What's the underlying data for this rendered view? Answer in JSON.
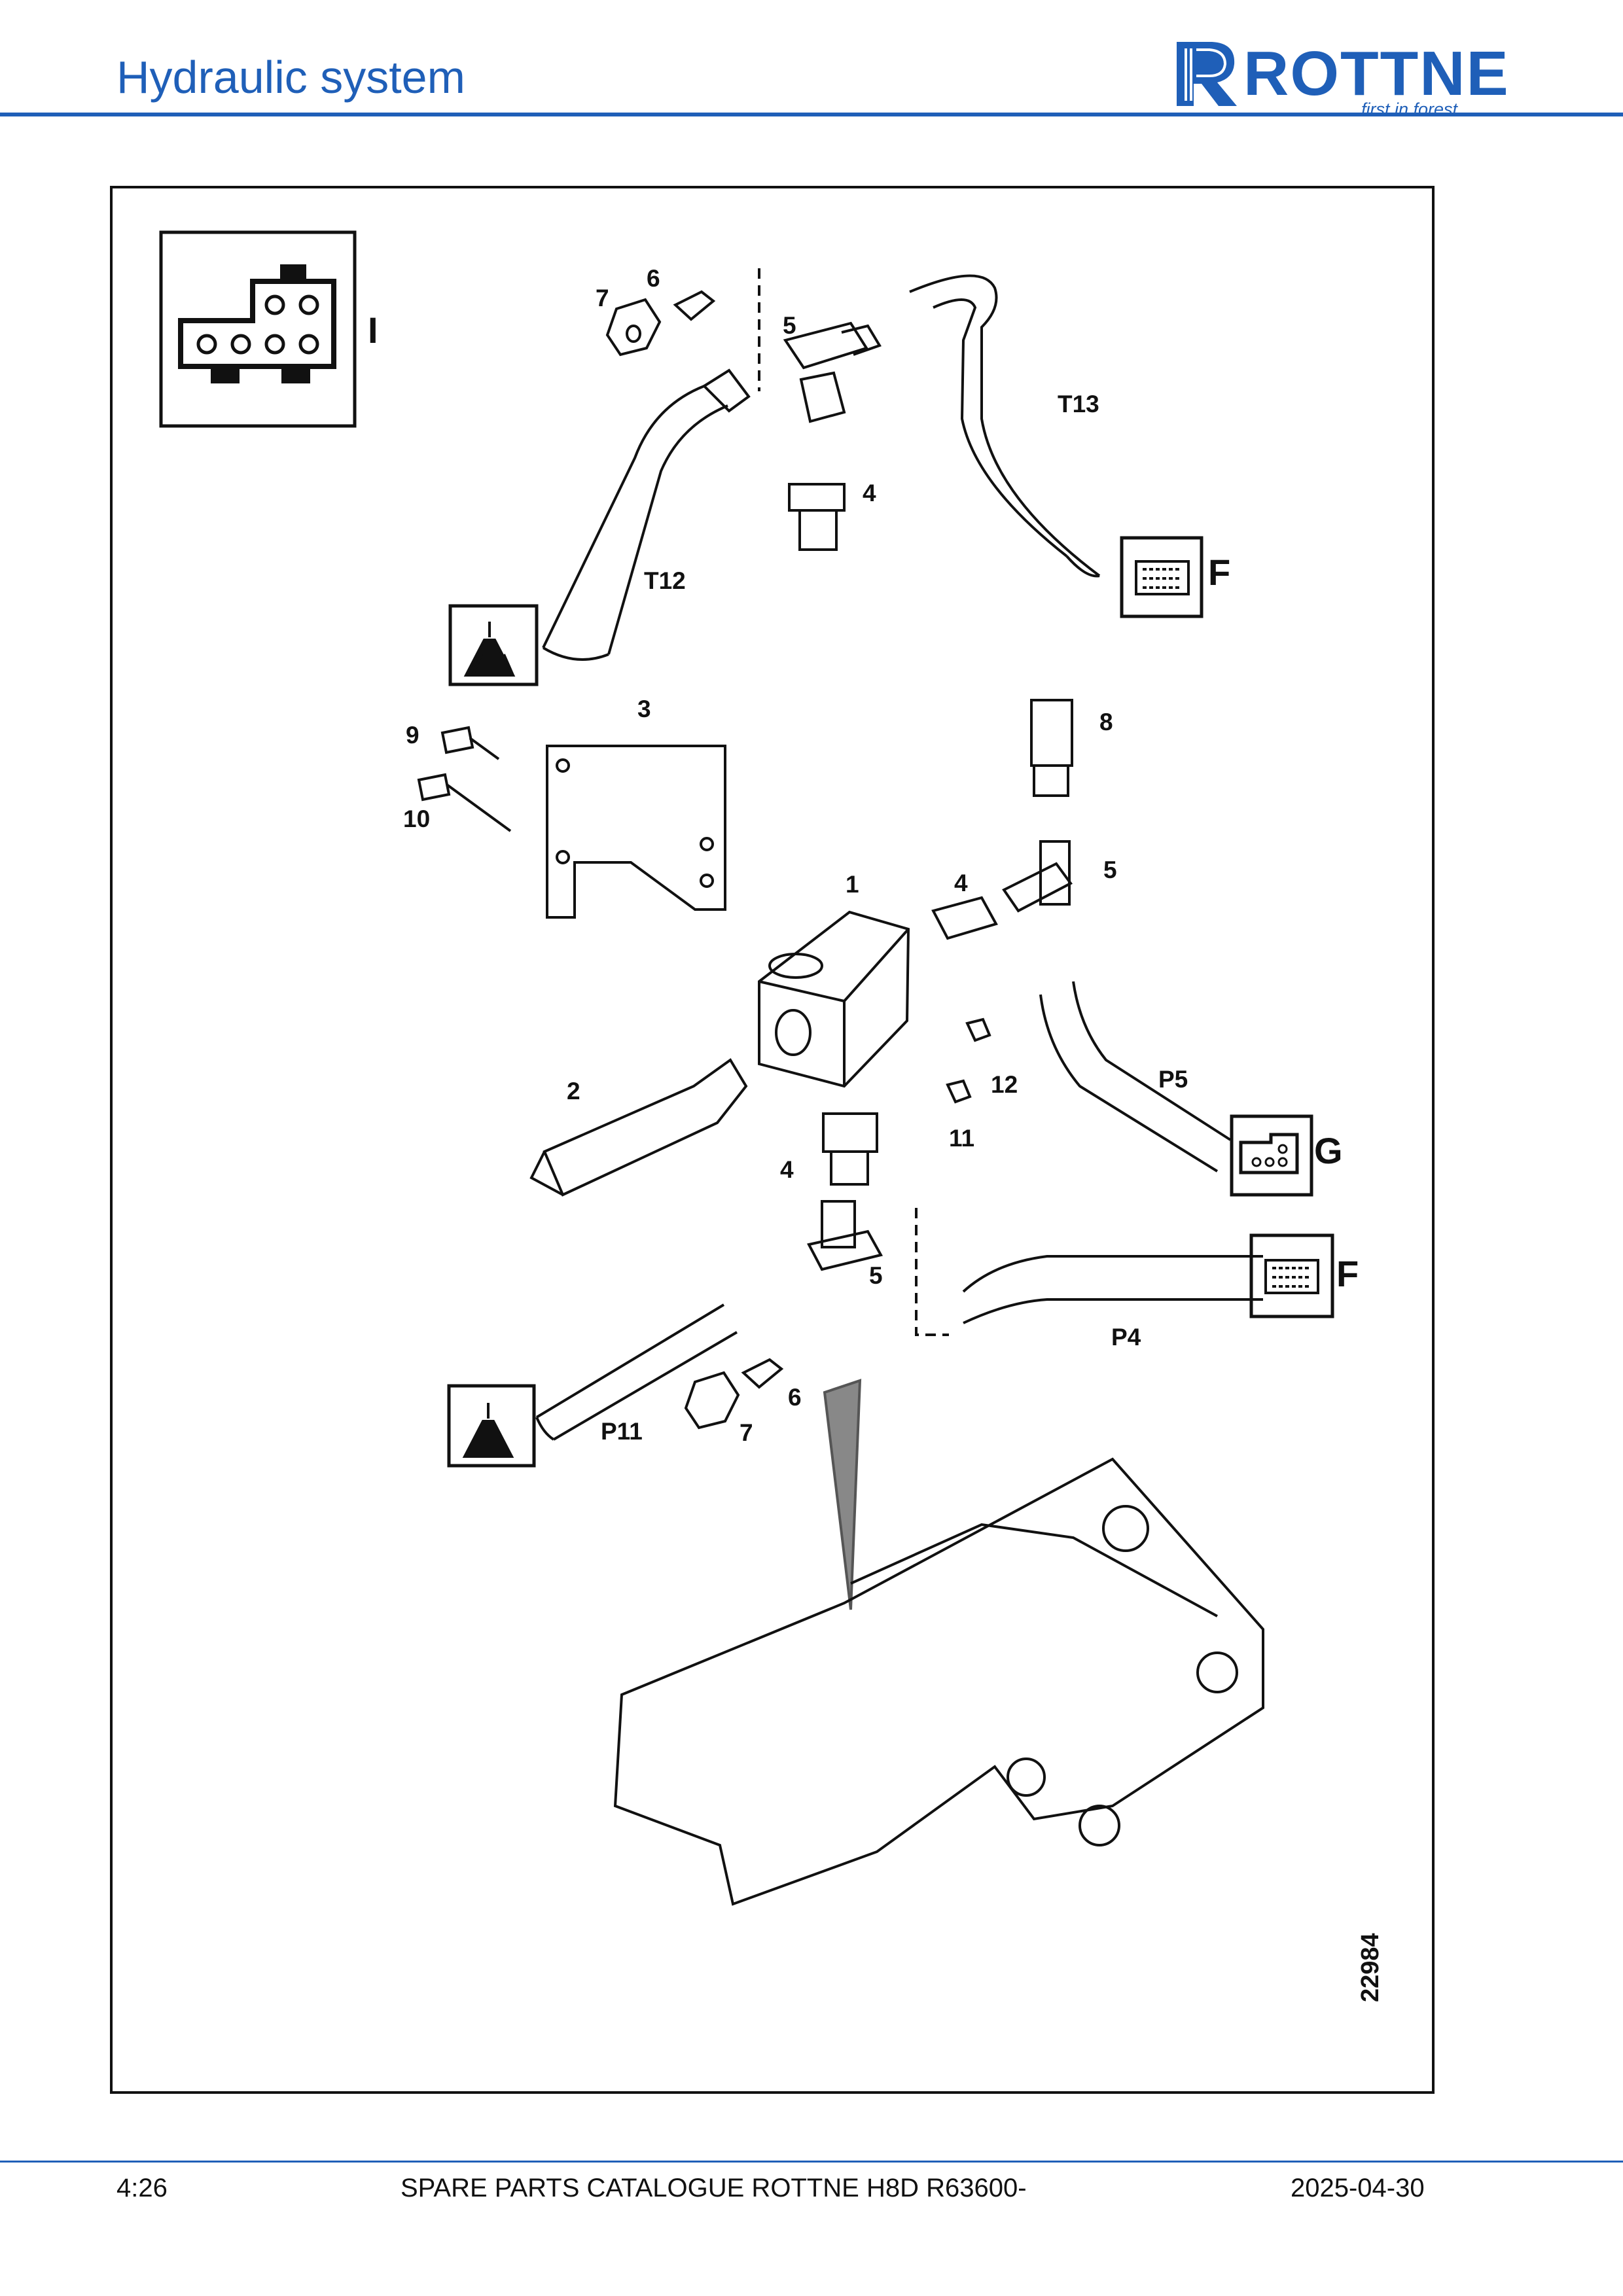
{
  "header": {
    "section_title": "Hydraulic system",
    "logo_word": "ROTTNE",
    "logo_tagline": "first in forest",
    "brand_color": "#1f5fb8"
  },
  "drawing": {
    "drawing_number": "22984",
    "connector_refs": [
      "I",
      "F",
      "G",
      "F"
    ],
    "callouts": [
      "7",
      "6",
      "5",
      "4",
      "T12",
      "T13",
      "3",
      "9",
      "10",
      "1",
      "4",
      "5",
      "8",
      "2",
      "12",
      "11",
      "P5",
      "4",
      "5",
      "P4",
      "6",
      "7",
      "P11"
    ]
  },
  "footer": {
    "page_number": "4:26",
    "catalogue_title": "SPARE PARTS CATALOGUE ROTTNE H8D R63600-",
    "date": "2025-04-30"
  }
}
